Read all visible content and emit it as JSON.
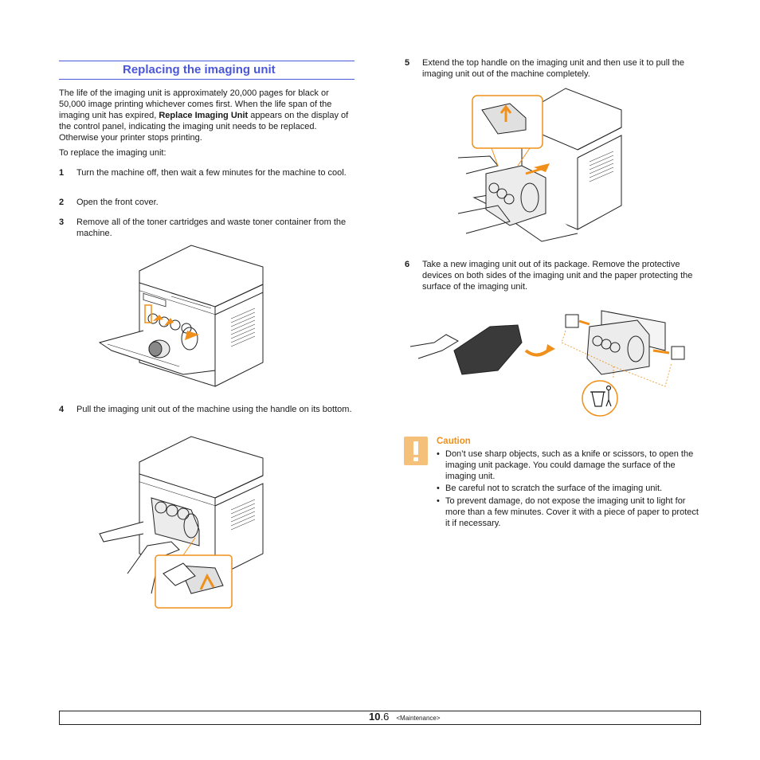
{
  "heading": {
    "title": "Replacing the imaging unit"
  },
  "intro": {
    "text_before": "The life of the imaging unit is approximately 20,000 pages for black or 50,000 image printing whichever comes first. When the life span of the imaging unit has expired, ",
    "bold": "Replace Imaging Unit",
    "text_after": " appears on the display of the control panel, indicating the imaging unit needs to be replaced. Otherwise your printer stops printing.",
    "lead": "To replace the imaging unit:"
  },
  "steps": [
    {
      "num": "1",
      "text": "Turn the machine off, then wait a few minutes for the machine to cool."
    },
    {
      "num": "2",
      "text": "Open the front cover."
    },
    {
      "num": "3",
      "text": "Remove all of the toner cartridges and waste toner container from the machine."
    },
    {
      "num": "4",
      "text": "Pull the imaging unit out of the machine using the handle on its bottom."
    },
    {
      "num": "5",
      "text": "Extend the top handle on the imaging unit and then use it to pull the imaging unit out of the machine completely."
    },
    {
      "num": "6",
      "text": "Take a new imaging unit out of its package. Remove the protective devices on both sides of the imaging unit and the paper protecting the surface of the imaging unit."
    }
  ],
  "caution": {
    "title": "Caution",
    "bullets": [
      "Don’t use sharp objects, such as a knife or scissors, to open the imaging unit package. You could damage the surface of the imaging unit.",
      "Be careful not to scratch the surface of the imaging unit.",
      "To prevent damage, do not expose the imaging unit to light for more than a few minutes. Cover it with a piece of paper to protect it if necessary."
    ],
    "bullet_symbol": "•",
    "icon": "exclamation-icon",
    "icon_color": "#f5c07a"
  },
  "footer": {
    "page_major": "10",
    "page_minor": ".6",
    "section": "<Maintenance>"
  },
  "colors": {
    "accent": "#4a57d8",
    "highlight": "#f0901a"
  }
}
